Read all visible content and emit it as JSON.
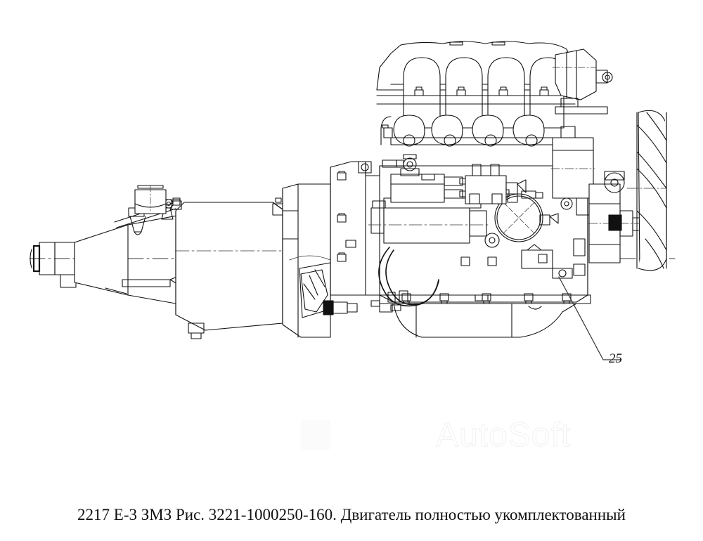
{
  "document": {
    "title": "2217 Е-3 ЗМЗ Рис. 3221-1000250-160. Двигатель полностью укомплектованный",
    "caption": "2217 Е-3 ЗМЗ Рис. 3221-1000250-160. Двигатель полностью укомплектованный",
    "caption_parts": {
      "model": "2217 Е-3",
      "manufacturer": "ЗМЗ",
      "figure_label": "Рис.",
      "figure_number": "3221-1000250-160.",
      "description": "Двигатель полностью укомплектованный"
    },
    "background_color": "#ffffff",
    "line_color": "#111111"
  },
  "watermark": {
    "text": "AutoSoft",
    "color": "#f1f1f1"
  },
  "callouts": [
    {
      "id": "25",
      "label": "25",
      "target_part": "oil-pan-right-rear"
    }
  ],
  "diagram": {
    "type": "exploded-assembly-line-drawing",
    "subject": "ЗМЗ engine with gearbox, fully equipped",
    "view": "side elevation, left-facing gearbox, right-facing engine front",
    "components": [
      {
        "name": "gearbox-output-shaft-flange",
        "position": "far-left"
      },
      {
        "name": "gearbox-tail-housing",
        "position": "left"
      },
      {
        "name": "gear-shift-linkage-rod",
        "position": "upper-left"
      },
      {
        "name": "gear-shift-lever-tower",
        "position": "upper-left"
      },
      {
        "name": "gearbox-main-case",
        "position": "left-center"
      },
      {
        "name": "clutch-bellhousing",
        "position": "center-left"
      },
      {
        "name": "clutch-release-fork",
        "position": "center-left"
      },
      {
        "name": "starter-motor",
        "position": "center"
      },
      {
        "name": "engine-block",
        "position": "center-right"
      },
      {
        "name": "oil-pan",
        "position": "bottom-center-right"
      },
      {
        "name": "cylinder-head-valve-cover",
        "position": "top-center"
      },
      {
        "name": "intake-manifold-runners",
        "position": "top-center",
        "count": 4
      },
      {
        "name": "exhaust-manifold",
        "position": "upper-center"
      },
      {
        "name": "throttle-body",
        "position": "top-right"
      },
      {
        "name": "vacuum-brake-booster-pump",
        "position": "center-right"
      },
      {
        "name": "alternator",
        "position": "right"
      },
      {
        "name": "crankshaft-pulley",
        "position": "right"
      },
      {
        "name": "cooling-fan",
        "position": "far-right",
        "blades": 6
      },
      {
        "name": "center-axis-line",
        "position": "horizontal-midline"
      }
    ]
  }
}
